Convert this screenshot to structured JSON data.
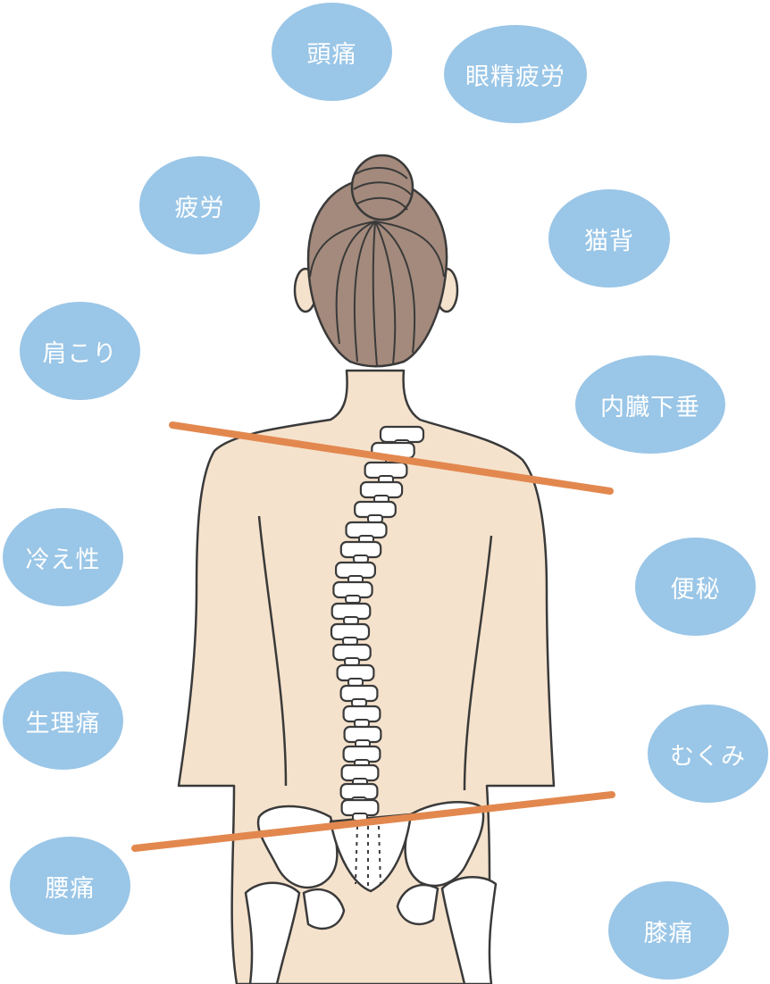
{
  "colors": {
    "bubble": "#9ac6e7",
    "bubble_text": "#ffffff",
    "skin": "#f5e2cc",
    "outline": "#3a3a3a",
    "hair": "#a38a7c",
    "bone": "#ffffff",
    "alignment_line": "#e2884f"
  },
  "symptoms": [
    {
      "id": "headache",
      "label": "頭痛"
    },
    {
      "id": "eye-strain",
      "label": "眼精疲労"
    },
    {
      "id": "fatigue",
      "label": "疲労"
    },
    {
      "id": "hunchback",
      "label": "猫背"
    },
    {
      "id": "stiff-shoulders",
      "label": "肩こり"
    },
    {
      "id": "visceroptosis",
      "label": "内臓下垂"
    },
    {
      "id": "poor-circulation",
      "label": "冷え性"
    },
    {
      "id": "constipation",
      "label": "便秘"
    },
    {
      "id": "menstrual-pain",
      "label": "生理痛"
    },
    {
      "id": "swelling",
      "label": "むくみ"
    },
    {
      "id": "lower-back-pain",
      "label": "腰痛"
    },
    {
      "id": "knee-pain",
      "label": "膝痛"
    }
  ]
}
